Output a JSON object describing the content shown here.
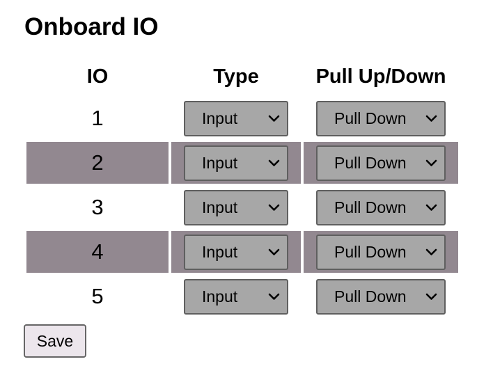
{
  "page": {
    "title": "Onboard IO"
  },
  "table": {
    "headers": {
      "io": "IO",
      "type": "Type",
      "pull": "Pull Up/Down"
    },
    "rows": [
      {
        "io": "1",
        "type": "Input",
        "pull": "Pull Down"
      },
      {
        "io": "2",
        "type": "Input",
        "pull": "Pull Down"
      },
      {
        "io": "3",
        "type": "Input",
        "pull": "Pull Down"
      },
      {
        "io": "4",
        "type": "Input",
        "pull": "Pull Down"
      },
      {
        "io": "5",
        "type": "Input",
        "pull": "Pull Down"
      }
    ]
  },
  "actions": {
    "save_label": "Save"
  },
  "colors": {
    "shaded_row": "#928890",
    "select_bg": "#a7a7a7",
    "save_bg": "#ece6ec"
  },
  "icons": {
    "dropdown": "chevron-down-icon"
  }
}
